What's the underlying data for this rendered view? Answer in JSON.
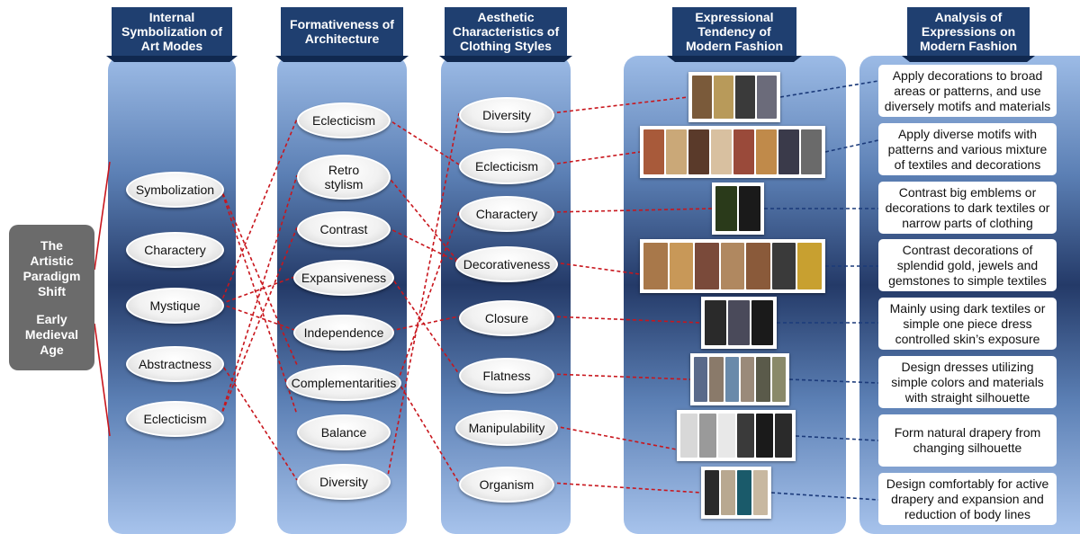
{
  "paradigm": {
    "title": "The\nArtistic\nParadigm\nShift",
    "era": "Early\nMedieval\nAge"
  },
  "headers": [
    "Internal\nSymbolization of\nArt Modes",
    "Formativeness of\nArchitecture",
    "Aesthetic\nCharacteristics of\nClothing Styles",
    "Expressional\nTendency of\nModern Fashion",
    "Analysis of\nExpressions on\nModern Fashion"
  ],
  "art_modes": [
    "Symbolization",
    "Charactery",
    "Mystique",
    "Abstractness",
    "Eclecticism"
  ],
  "architecture": [
    "Eclecticism",
    "Retro\nstylism",
    "Contrast",
    "Expansiveness",
    "Independence",
    "Complementarities",
    "Balance",
    "Diversity"
  ],
  "clothing": [
    "Diversity",
    "Eclecticism",
    "Charactery",
    "Decorativeness",
    "Closure",
    "Flatness",
    "Manipulability",
    "Organism"
  ],
  "analysis": [
    "Apply decorations to broad areas or patterns, and use diversely motifs and materials",
    "Apply diverse motifs with patterns and various mixture of textiles and decorations",
    "Contrast big emblems or decorations to dark textiles or narrow parts of clothing",
    "Contrast decorations of splendid gold, jewels and gemstones to simple textiles",
    "Mainly using dark textiles or simple one piece dress controlled skin’s exposure",
    "Design dresses utilizing simple colors and materials with straight silhouette",
    "Form natural drapery from changing silhouette",
    "Design comfortably for active drapery and expansion and reduction of body lines"
  ],
  "colors": {
    "banner": "#1f3f70",
    "red_links": "#c8161d",
    "blue_links": "#1b3a7a",
    "paradigm_box": "#6b6b6b"
  }
}
